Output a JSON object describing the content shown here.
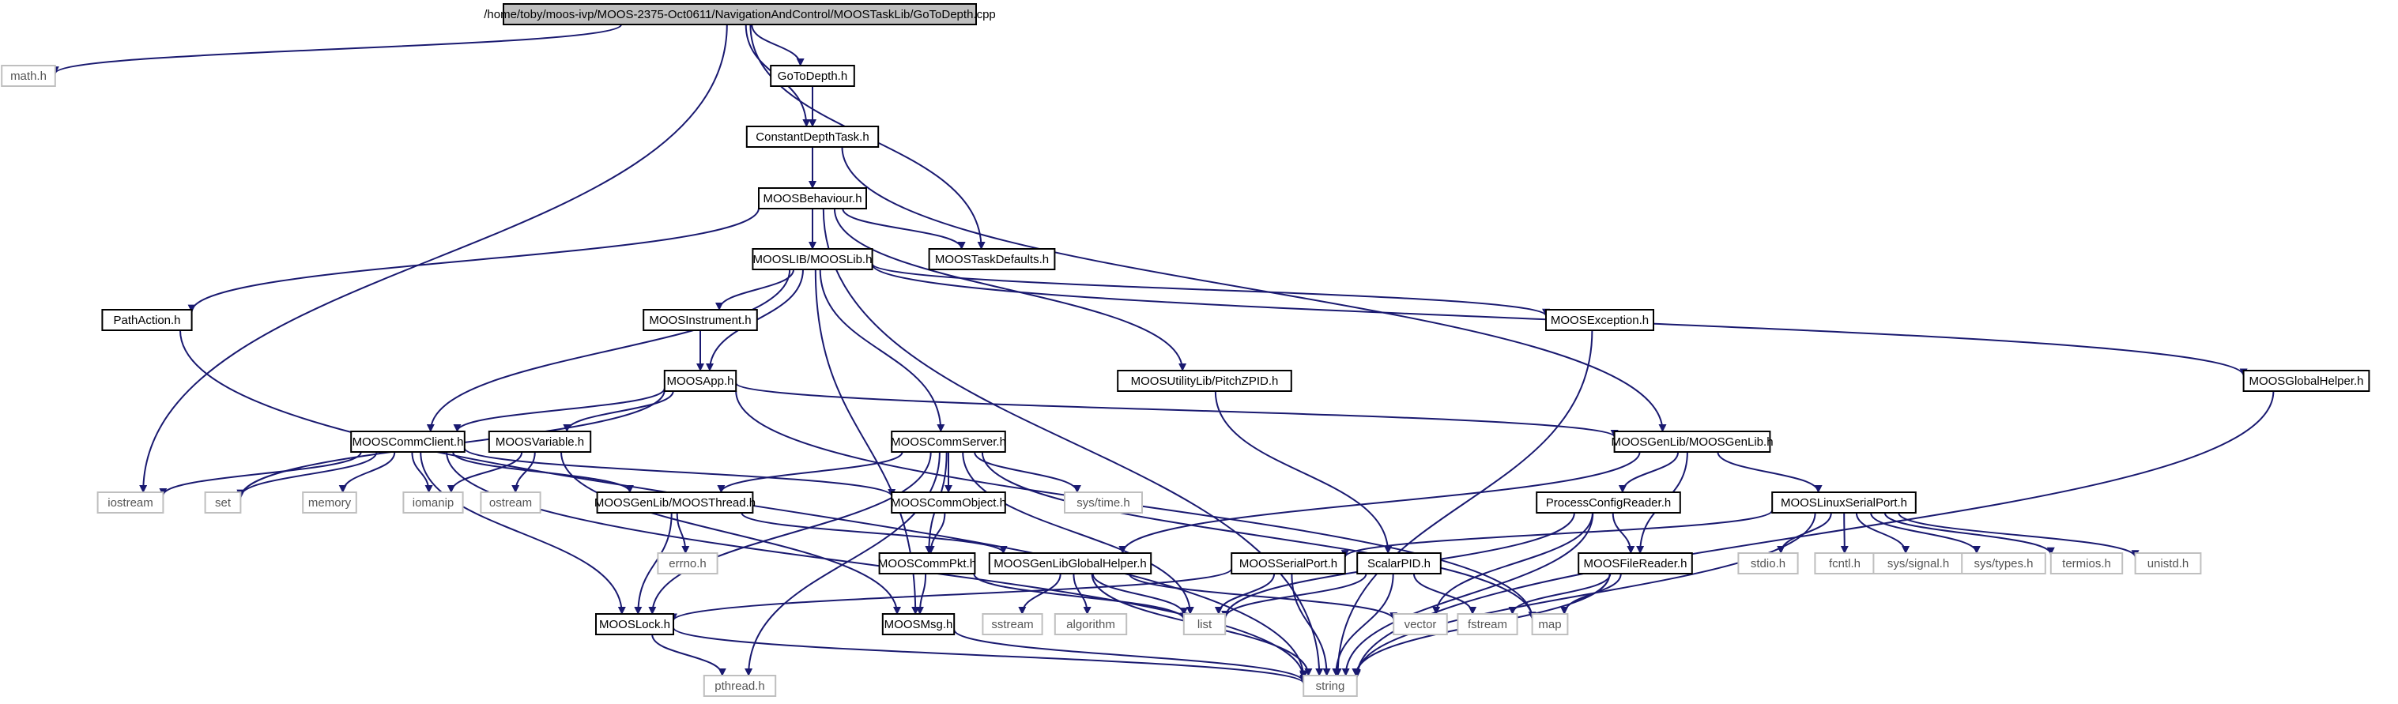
{
  "colors": {
    "edge": "#191970",
    "box_border": "#000000",
    "sys_border": "#bfbfbf",
    "root_fill": "#bfbfbf",
    "text": "#000000",
    "sys_text": "#555555"
  },
  "nodes": [
    {
      "id": "root",
      "label": "/home/toby/moos-ivp/MOOS-2375-Oct0611/NavigationAndControl/MOOSTaskLib/GoToDepth.cpp",
      "kind": "root"
    },
    {
      "id": "math_h",
      "label": "math.h",
      "kind": "system"
    },
    {
      "id": "gotodepth_h",
      "label": "GoToDepth.h",
      "kind": "header"
    },
    {
      "id": "constantdepthtask_h",
      "label": "ConstantDepthTask.h",
      "kind": "header"
    },
    {
      "id": "moosbehaviour_h",
      "label": "MOOSBehaviour.h",
      "kind": "header"
    },
    {
      "id": "moostaskdefaults_h",
      "label": "MOOSTaskDefaults.h",
      "kind": "header"
    },
    {
      "id": "mooslib_h",
      "label": "MOOSLIB/MOOSLib.h",
      "kind": "header"
    },
    {
      "id": "pathaction_h",
      "label": "PathAction.h",
      "kind": "header"
    },
    {
      "id": "moosinstrument_h",
      "label": "MOOSInstrument.h",
      "kind": "header"
    },
    {
      "id": "moosexception_h",
      "label": "MOOSException.h",
      "kind": "header"
    },
    {
      "id": "moosapp_h",
      "label": "MOOSApp.h",
      "kind": "header"
    },
    {
      "id": "pitchzpid_h",
      "label": "MOOSUtilityLib/PitchZPID.h",
      "kind": "header"
    },
    {
      "id": "moosglobalhelper_h",
      "label": "MOOSGlobalHelper.h",
      "kind": "header"
    },
    {
      "id": "mooscommclient_h",
      "label": "MOOSCommClient.h",
      "kind": "header"
    },
    {
      "id": "moosvariable_h",
      "label": "MOOSVariable.h",
      "kind": "header"
    },
    {
      "id": "mooscommserver_h",
      "label": "MOOSCommServer.h",
      "kind": "header"
    },
    {
      "id": "moosgenlib_h",
      "label": "MOOSGenLib/MOOSGenLib.h",
      "kind": "header"
    },
    {
      "id": "iostream",
      "label": "iostream",
      "kind": "system"
    },
    {
      "id": "set",
      "label": "set",
      "kind": "system"
    },
    {
      "id": "memory",
      "label": "memory",
      "kind": "system"
    },
    {
      "id": "iomanip",
      "label": "iomanip",
      "kind": "system"
    },
    {
      "id": "ostream",
      "label": "ostream",
      "kind": "system"
    },
    {
      "id": "moosthread_h",
      "label": "MOOSGenLib/MOOSThread.h",
      "kind": "header"
    },
    {
      "id": "mooscommobject_h",
      "label": "MOOSCommObject.h",
      "kind": "header"
    },
    {
      "id": "systime_h",
      "label": "sys/time.h",
      "kind": "system"
    },
    {
      "id": "processconfigreader_h",
      "label": "ProcessConfigReader.h",
      "kind": "header"
    },
    {
      "id": "mooslinuxserialport_h",
      "label": "MOOSLinuxSerialPort.h",
      "kind": "header"
    },
    {
      "id": "errno_h",
      "label": "errno.h",
      "kind": "system"
    },
    {
      "id": "mooscommpkt_h",
      "label": "MOOSCommPkt.h",
      "kind": "header"
    },
    {
      "id": "moosgenlibglobalhelper_h",
      "label": "MOOSGenLibGlobalHelper.h",
      "kind": "header"
    },
    {
      "id": "moosserialport_h",
      "label": "MOOSSerialPort.h",
      "kind": "header"
    },
    {
      "id": "scalarpid_h",
      "label": "ScalarPID.h",
      "kind": "header"
    },
    {
      "id": "moosfilereader_h",
      "label": "MOOSFileReader.h",
      "kind": "header"
    },
    {
      "id": "stdio_h",
      "label": "stdio.h",
      "kind": "system"
    },
    {
      "id": "fcntl_h",
      "label": "fcntl.h",
      "kind": "system"
    },
    {
      "id": "syssignal_h",
      "label": "sys/signal.h",
      "kind": "system"
    },
    {
      "id": "systypes_h",
      "label": "sys/types.h",
      "kind": "system"
    },
    {
      "id": "termios_h",
      "label": "termios.h",
      "kind": "system"
    },
    {
      "id": "unistd_h",
      "label": "unistd.h",
      "kind": "system"
    },
    {
      "id": "mooslock_h",
      "label": "MOOSLock.h",
      "kind": "header"
    },
    {
      "id": "moosmsg_h",
      "label": "MOOSMsg.h",
      "kind": "header"
    },
    {
      "id": "sstream",
      "label": "sstream",
      "kind": "system"
    },
    {
      "id": "algorithm",
      "label": "algorithm",
      "kind": "system"
    },
    {
      "id": "list",
      "label": "list",
      "kind": "system"
    },
    {
      "id": "vector",
      "label": "vector",
      "kind": "system"
    },
    {
      "id": "fstream",
      "label": "fstream",
      "kind": "system"
    },
    {
      "id": "map",
      "label": "map",
      "kind": "system"
    },
    {
      "id": "pthread_h",
      "label": "pthread.h",
      "kind": "system"
    },
    {
      "id": "string",
      "label": "string",
      "kind": "system"
    }
  ],
  "edges": [
    [
      "root",
      "math_h"
    ],
    [
      "root",
      "iostream"
    ],
    [
      "root",
      "gotodepth_h"
    ],
    [
      "root",
      "constantdepthtask_h"
    ],
    [
      "root",
      "moostaskdefaults_h"
    ],
    [
      "gotodepth_h",
      "constantdepthtask_h"
    ],
    [
      "constantdepthtask_h",
      "moosbehaviour_h"
    ],
    [
      "constantdepthtask_h",
      "moosgenlib_h"
    ],
    [
      "moosbehaviour_h",
      "moostaskdefaults_h"
    ],
    [
      "moosbehaviour_h",
      "mooslib_h"
    ],
    [
      "moosbehaviour_h",
      "pathaction_h"
    ],
    [
      "moosbehaviour_h",
      "pitchzpid_h"
    ],
    [
      "moosbehaviour_h",
      "string"
    ],
    [
      "mooslib_h",
      "moosinstrument_h"
    ],
    [
      "mooslib_h",
      "moosapp_h"
    ],
    [
      "mooslib_h",
      "mooscommclient_h"
    ],
    [
      "mooslib_h",
      "mooscommserver_h"
    ],
    [
      "mooslib_h",
      "moosexception_h"
    ],
    [
      "mooslib_h",
      "moosglobalhelper_h"
    ],
    [
      "mooslib_h",
      "moosmsg_h"
    ],
    [
      "pathaction_h",
      "string"
    ],
    [
      "moosinstrument_h",
      "moosapp_h"
    ],
    [
      "moosexception_h",
      "string"
    ],
    [
      "moosglobalhelper_h",
      "string"
    ],
    [
      "pitchzpid_h",
      "scalarpid_h"
    ],
    [
      "moosapp_h",
      "mooscommclient_h"
    ],
    [
      "moosapp_h",
      "moosvariable_h"
    ],
    [
      "moosapp_h",
      "moosgenlib_h"
    ],
    [
      "moosapp_h",
      "set"
    ],
    [
      "moosapp_h",
      "map"
    ],
    [
      "mooscommclient_h",
      "iostream"
    ],
    [
      "mooscommclient_h",
      "set"
    ],
    [
      "mooscommclient_h",
      "memory"
    ],
    [
      "mooscommclient_h",
      "iomanip"
    ],
    [
      "mooscommclient_h",
      "moosthread_h"
    ],
    [
      "mooscommclient_h",
      "mooscommobject_h"
    ],
    [
      "mooscommclient_h",
      "mooslock_h"
    ],
    [
      "mooscommclient_h",
      "string"
    ],
    [
      "moosvariable_h",
      "iomanip"
    ],
    [
      "moosvariable_h",
      "ostream"
    ],
    [
      "moosvariable_h",
      "moosmsg_h"
    ],
    [
      "mooscommserver_h",
      "moosthread_h"
    ],
    [
      "mooscommserver_h",
      "mooscommobject_h"
    ],
    [
      "mooscommserver_h",
      "systime_h"
    ],
    [
      "mooscommserver_h",
      "mooscommpkt_h"
    ],
    [
      "mooscommserver_h",
      "mooslock_h"
    ],
    [
      "mooscommserver_h",
      "list"
    ],
    [
      "mooscommserver_h",
      "map"
    ],
    [
      "mooscommserver_h",
      "pthread_h"
    ],
    [
      "moosgenlib_h",
      "processconfigreader_h"
    ],
    [
      "moosgenlib_h",
      "mooslinuxserialport_h"
    ],
    [
      "moosgenlib_h",
      "moosgenlibglobalhelper_h"
    ],
    [
      "moosgenlib_h",
      "moosfilereader_h"
    ],
    [
      "moosthread_h",
      "errno_h"
    ],
    [
      "moosthread_h",
      "mooslock_h"
    ],
    [
      "moosthread_h",
      "moosgenlibglobalhelper_h"
    ],
    [
      "mooscommobject_h",
      "mooscommpkt_h"
    ],
    [
      "mooscommpkt_h",
      "moosmsg_h"
    ],
    [
      "mooscommpkt_h",
      "list"
    ],
    [
      "moosgenlibglobalhelper_h",
      "sstream"
    ],
    [
      "moosgenlibglobalhelper_h",
      "algorithm"
    ],
    [
      "moosgenlibglobalhelper_h",
      "list"
    ],
    [
      "moosgenlibglobalhelper_h",
      "vector"
    ],
    [
      "moosgenlibglobalhelper_h",
      "string"
    ],
    [
      "processconfigreader_h",
      "moosfilereader_h"
    ],
    [
      "processconfigreader_h",
      "list"
    ],
    [
      "processconfigreader_h",
      "vector"
    ],
    [
      "processconfigreader_h",
      "string"
    ],
    [
      "mooslinuxserialport_h",
      "moosserialport_h"
    ],
    [
      "mooslinuxserialport_h",
      "stdio_h"
    ],
    [
      "mooslinuxserialport_h",
      "fcntl_h"
    ],
    [
      "mooslinuxserialport_h",
      "syssignal_h"
    ],
    [
      "mooslinuxserialport_h",
      "systypes_h"
    ],
    [
      "mooslinuxserialport_h",
      "termios_h"
    ],
    [
      "mooslinuxserialport_h",
      "unistd_h"
    ],
    [
      "mooslinuxserialport_h",
      "string"
    ],
    [
      "moosserialport_h",
      "mooslock_h"
    ],
    [
      "moosserialport_h",
      "list"
    ],
    [
      "moosserialport_h",
      "string"
    ],
    [
      "scalarpid_h",
      "list"
    ],
    [
      "scalarpid_h",
      "fstream"
    ],
    [
      "scalarpid_h",
      "string"
    ],
    [
      "moosfilereader_h",
      "fstream"
    ],
    [
      "moosfilereader_h",
      "map"
    ],
    [
      "moosfilereader_h",
      "string"
    ],
    [
      "mooslock_h",
      "pthread_h"
    ],
    [
      "mooslock_h",
      "string"
    ],
    [
      "moosmsg_h",
      "string"
    ]
  ]
}
